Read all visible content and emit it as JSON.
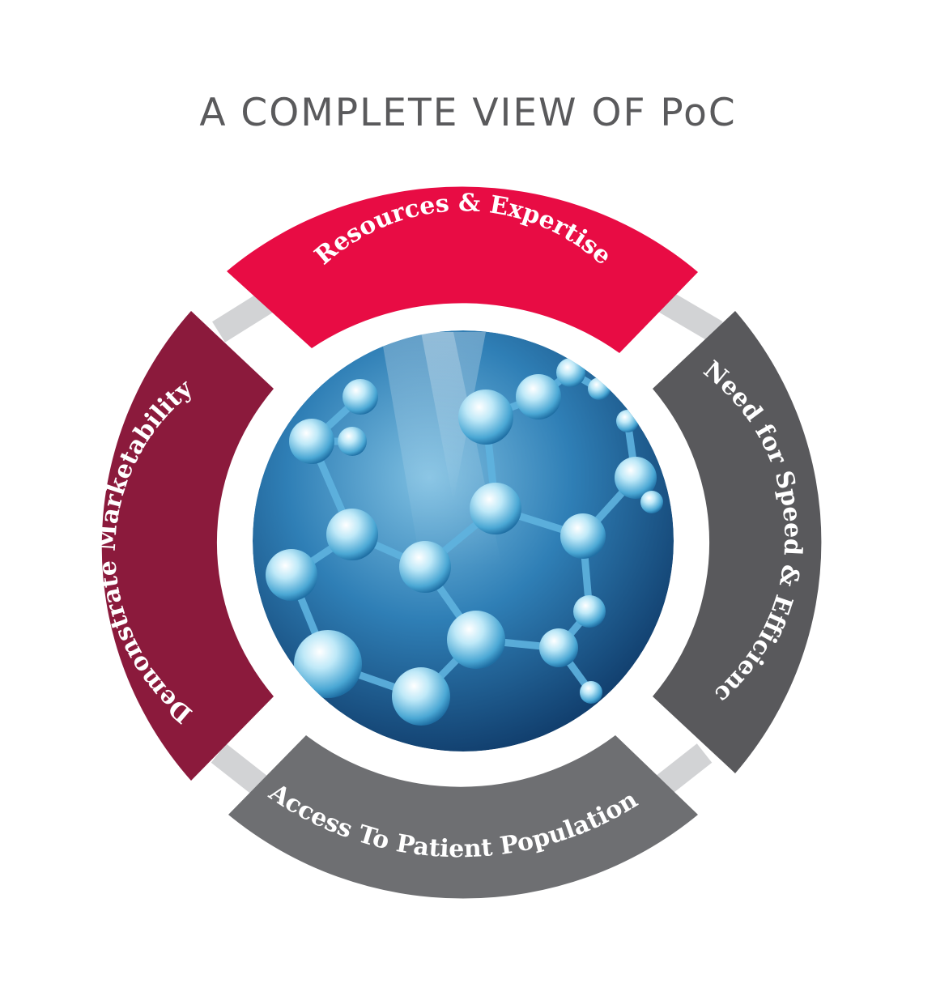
{
  "title": "A COMPLETE VIEW OF PoC",
  "segments": {
    "top": {
      "label": "Resources & Expertise",
      "color": "#e80c44"
    },
    "right": {
      "label": "Need for Speed & Efficiency",
      "color": "#59595c"
    },
    "bottom": {
      "label": "Access To Patient Populations",
      "color": "#6e6f72"
    },
    "left": {
      "label": "Demonstrate Marketability",
      "color": "#8b1a3c"
    }
  },
  "connector_color": "#d2d3d5",
  "center_image": {
    "icon": "molecule-icon"
  }
}
